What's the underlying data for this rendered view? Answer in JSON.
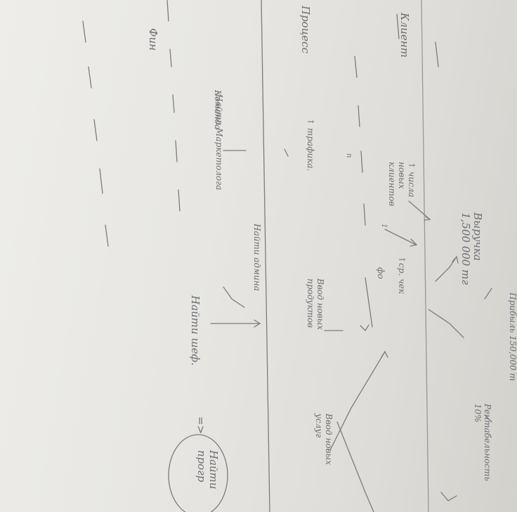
{
  "photo": {
    "description_free": true,
    "ink_color": "#6b6d72",
    "paper_color": "#e8e7e3"
  },
  "rows": {
    "fin": "Фин",
    "client": "Клиент",
    "process": "Процесс",
    "team": "Команда"
  },
  "nodes": {
    "revenue": "Выручка\n1,500 000 тг",
    "profit": "Прибыль 150,000 т",
    "profitability": "Рентабельность\n10%",
    "avg_check": "↑ср. чек",
    "fo": "фо",
    "new_clients": "↑ числа\nновых\nклиентов",
    "traffic": "↑ трафика.",
    "new_products": "Ввод новых\nпродуктов",
    "new_services": "Ввод новых\nуслуг",
    "find_marketer": "Найти Маркетолога",
    "find_admin": "Найти админа",
    "find_cook": "Найти шеф.",
    "find_prog": "Найти\nпрогр"
  },
  "symbols": {
    "implies": "=>",
    "n_mark": "n",
    "one_mark": "1"
  }
}
